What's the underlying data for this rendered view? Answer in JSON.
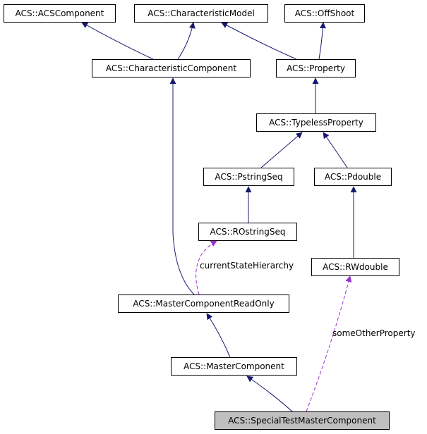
{
  "nodes": {
    "acs_component": "ACS::ACSComponent",
    "characteristic_model": "ACS::CharacteristicModel",
    "offshoot": "ACS::OffShoot",
    "characteristic_component": "ACS::CharacteristicComponent",
    "property": "ACS::Property",
    "typeless_property": "ACS::TypelessProperty",
    "pstring_seq": "ACS::PstringSeq",
    "pdouble": "ACS::Pdouble",
    "rostring_seq": "ACS::ROstringSeq",
    "rwdouble": "ACS::RWdouble",
    "master_component_readonly": "ACS::MasterComponentReadOnly",
    "master_component": "ACS::MasterComponent",
    "special_test_master_component": "ACS::SpecialTestMasterComponent"
  },
  "edge_labels": {
    "current_state_hierarchy": "currentStateHierarchy",
    "some_other_property": "someOtherProperty"
  },
  "colors": {
    "inheritance": "#191970",
    "usage": "#9a32cd",
    "current_node_fill": "#bfbfbf"
  }
}
